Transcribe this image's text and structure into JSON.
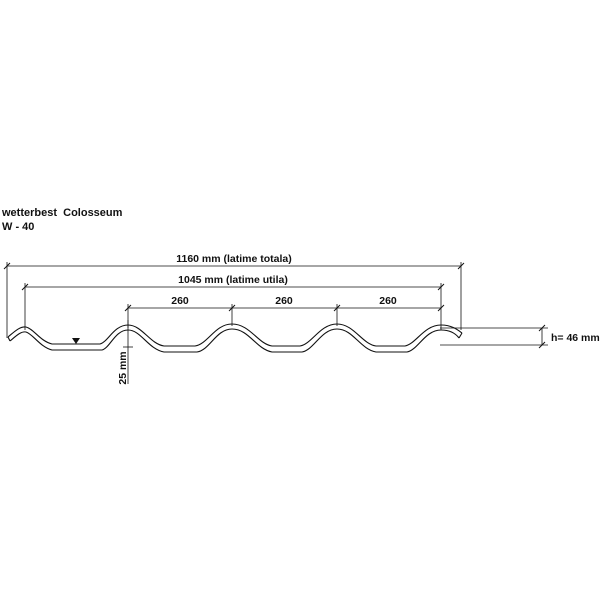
{
  "title": {
    "line1": "wetterbest  Colosseum",
    "line2": "W - 40"
  },
  "dimensions": {
    "total_width": "1160 mm (latime totala)",
    "useful_width": "1045 mm (latime utila)",
    "pitch_1": "260",
    "pitch_2": "260",
    "pitch_3": "260",
    "height": "h= 46 mm",
    "depth": "25 mm"
  },
  "colors": {
    "line": "#111111",
    "background": "#ffffff"
  }
}
